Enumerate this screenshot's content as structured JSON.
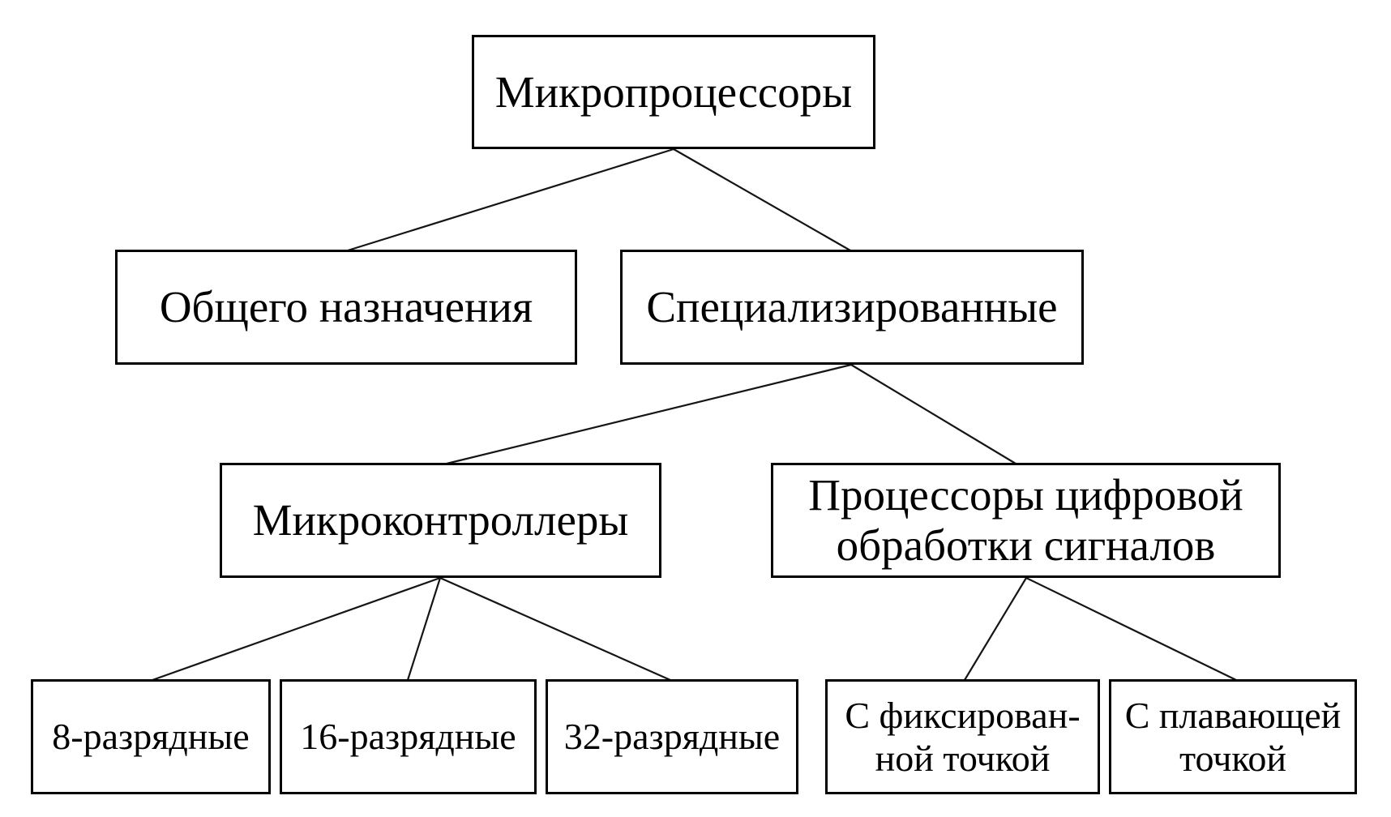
{
  "diagram": {
    "type": "tree",
    "language": "ru",
    "colors": {
      "background": "#ffffff",
      "box_fill": "#ffffff",
      "box_border": "#000000",
      "text": "#000000",
      "connector": "#151515"
    },
    "nodes": {
      "root": {
        "label": "Микропроцессоры"
      },
      "general": {
        "label": "Общего назначения"
      },
      "specialized": {
        "label": "Специализированные"
      },
      "mcu": {
        "label": "Микроконтроллеры"
      },
      "dsp": {
        "label": "Процессоры цифровой\nобработки сигналов"
      },
      "bit8": {
        "label": "8-разрядные"
      },
      "bit16": {
        "label": "16-разрядные"
      },
      "bit32": {
        "label": "32-разрядные"
      },
      "fixed": {
        "label": "С фиксирован-\nной точкой"
      },
      "float": {
        "label": "С плавающей\nточкой"
      }
    },
    "edges": [
      {
        "from": "root",
        "to": "general"
      },
      {
        "from": "root",
        "to": "specialized"
      },
      {
        "from": "specialized",
        "to": "mcu"
      },
      {
        "from": "specialized",
        "to": "dsp"
      },
      {
        "from": "mcu",
        "to": "bit8"
      },
      {
        "from": "mcu",
        "to": "bit16"
      },
      {
        "from": "mcu",
        "to": "bit32"
      },
      {
        "from": "dsp",
        "to": "fixed"
      },
      {
        "from": "dsp",
        "to": "float"
      }
    ]
  }
}
